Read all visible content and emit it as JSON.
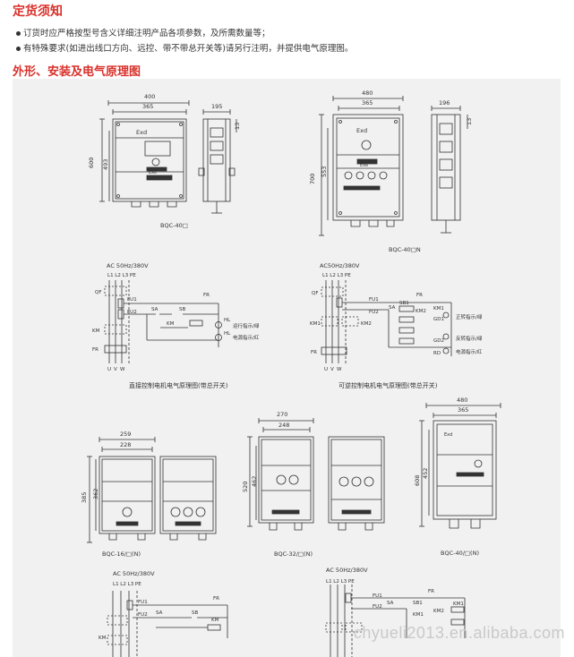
{
  "section_title": "定货须知",
  "notes": [
    "订货时应严格按型号含义详细注明产品各项参数，及所需数量等；",
    "有特殊要求(如进出线口方向、远控、带不带总开关等)请另行注明，并提供电气原理图。"
  ],
  "diagram_title": "外形、安装及电气原理图",
  "figures": {
    "a": {
      "caption": "BQC-40□",
      "dims": [
        "400",
        "365",
        "195",
        "600",
        "493",
        "13"
      ]
    },
    "b": {
      "caption": "BQC-40□N",
      "dims": [
        "480",
        "365",
        "196",
        "700",
        "553",
        "13"
      ]
    },
    "c": {
      "caption": "BQC-16/□(N)",
      "dims": [
        "259",
        "228",
        "362",
        "385"
      ]
    },
    "d": {
      "caption": "BQC-32/□(N)",
      "dims": [
        "270",
        "248",
        "520",
        "462"
      ]
    },
    "e": {
      "caption": "BQC-40/□(N)",
      "dims": [
        "480",
        "365",
        "608",
        "452"
      ]
    }
  },
  "circuits": {
    "direct": {
      "caption": "直接控制电机电气原理图(带总开关)",
      "supply": "AC 50Hz/380V",
      "phases": "L1 L2 L3 PE",
      "labels": [
        "QF",
        "FU1",
        "FR",
        "FU2",
        "SA",
        "SB",
        "KM",
        "HL",
        "HL",
        "KM",
        "FR",
        "U",
        "V",
        "W"
      ],
      "legend": [
        "运行指示/绿",
        "电源指示/红"
      ]
    },
    "reversible": {
      "caption": "可逆控制电机电气原理图(带总开关)",
      "supply": "AC50Hz/380V",
      "phases": "L1 L2 L3 PE",
      "labels": [
        "QF",
        "FU1",
        "FR",
        "FU2",
        "SA",
        "SB1",
        "KM2",
        "KM1",
        "KM1",
        "KM2",
        "FR",
        "U",
        "V",
        "W",
        "GD1",
        "GD2",
        "RD"
      ],
      "legend": [
        "正转指示/绿",
        "反转指示/绿",
        "电源指示/红"
      ]
    },
    "direct2": {
      "supply": "AC 50Hz/380V",
      "phases": "L1 L2 L3 PE",
      "labels": [
        "FR",
        "FU1",
        "FU2",
        "SA",
        "SB",
        "KM",
        "KM"
      ]
    },
    "reversible2": {
      "supply": "AC 50Hz/380V",
      "phases": "L1 L2 L3 PE",
      "labels": [
        "FR",
        "FU1",
        "FU2",
        "SA",
        "SB1",
        "KM1",
        "KM2",
        "KM1"
      ]
    }
  },
  "watermark": "chyueli2013.en.alibaba.com"
}
